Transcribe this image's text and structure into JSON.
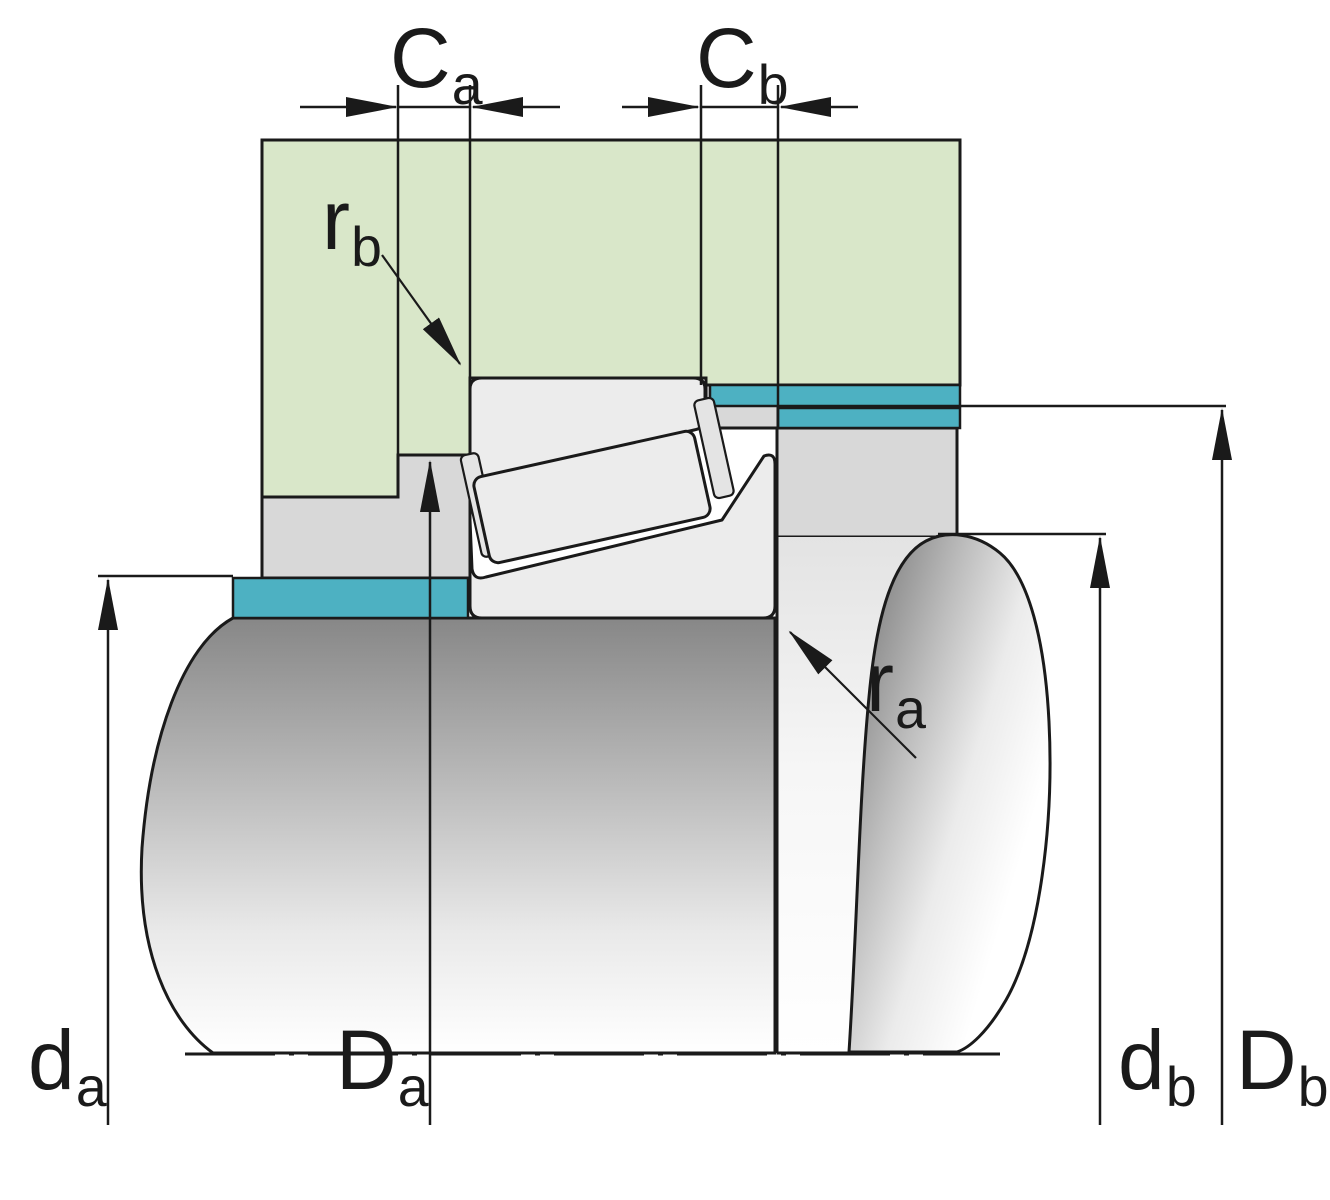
{
  "diagram": {
    "description": "Bearing mounting cross-section with abutment and fillet dimensions",
    "component_names": {
      "housing": "housing-cross-section",
      "shaft": "shaft-cross-section",
      "bearing": "tapered-roller-bearing",
      "abutment_left": "shaft-abutment-ring",
      "abutment_right": "housing-abutment-rings",
      "fillet": "shaft-shoulder-fillet"
    }
  },
  "colors": {
    "housing_green": "#d9e7c9",
    "locating_teal": "#4db1c2",
    "spacer_gray": "#d8d8d8",
    "bearing_gray": "#ececec",
    "outline_dark": "#1a1a1a"
  },
  "labels": {
    "ca": {
      "main": "C",
      "sub": "a"
    },
    "cb": {
      "main": "C",
      "sub": "b"
    },
    "rb": {
      "main": "r",
      "sub": "b"
    },
    "ra": {
      "main": "r",
      "sub": "a"
    },
    "da": {
      "main": "d",
      "sub": "a"
    },
    "Da": {
      "main": "D",
      "sub": "a"
    },
    "db": {
      "main": "d",
      "sub": "b"
    },
    "Db": {
      "main": "D",
      "sub": "b"
    }
  }
}
